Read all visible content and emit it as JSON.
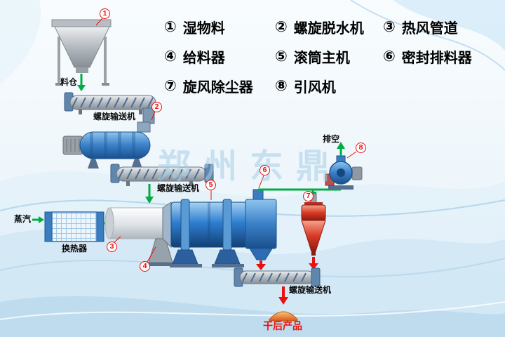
{
  "legend": {
    "items": [
      {
        "num": "①",
        "label": "湿物料"
      },
      {
        "num": "②",
        "label": "螺旋脱水机"
      },
      {
        "num": "③",
        "label": "热风管道"
      },
      {
        "num": "④",
        "label": "给料器"
      },
      {
        "num": "⑤",
        "label": "滚筒主机"
      },
      {
        "num": "⑥",
        "label": "密封排料器"
      },
      {
        "num": "⑦",
        "label": "旋风除尘器"
      },
      {
        "num": "⑧",
        "label": "引风机"
      }
    ]
  },
  "labels": {
    "hopper": "料仓",
    "conveyor_top": "螺旋输送机",
    "conveyor_mid": "螺旋输送机",
    "conveyor_bottom": "螺旋输送机",
    "steam": "蒸汽",
    "heat_exchanger": "换热器",
    "exhaust": "排空",
    "product": "干后产品"
  },
  "markers": {
    "m1": "1",
    "m2": "2",
    "m3": "3",
    "m4": "4",
    "m5": "5",
    "m6": "6",
    "m7": "7",
    "m8": "8"
  },
  "watermark": "郑州东鼎",
  "colors": {
    "flow_green": "#00ad43",
    "alert_red": "#e8110f",
    "machine_blue": "#2f7fd0",
    "cyclone_red": "#d93a26",
    "steel_gray": "#b4bac0",
    "background_blue": "#ddeef7",
    "watermark_blue": "#a4cde6"
  }
}
